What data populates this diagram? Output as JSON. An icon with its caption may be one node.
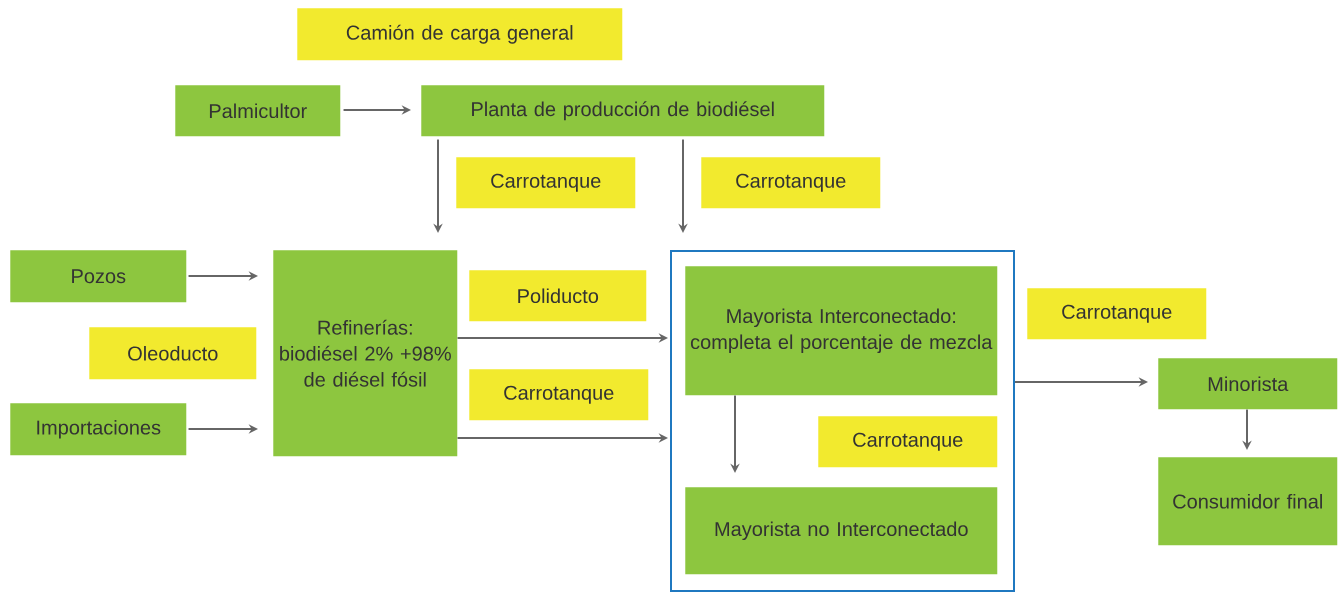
{
  "diagram": {
    "nodes": [
      {
        "text": [
          "Camión de carga general"
        ]
      },
      {
        "text": [
          "Palmicultor"
        ]
      },
      {
        "text": [
          "Planta de producción de biodiésel"
        ]
      },
      {
        "text": [
          "Carrotanque"
        ]
      },
      {
        "text": [
          "Carrotanque"
        ]
      },
      {
        "text": [
          "Pozos"
        ]
      },
      {
        "text": [
          "Refinerías: biodiésel 2% +98% de diésel fósil"
        ]
      },
      {
        "text": [
          "Poliducto"
        ]
      },
      {
        "text": [],
        "shape": "box"
      },
      {
        "text": [
          "Mayorista Interconectado: completa el porcentaje de mezcla"
        ],
        "in": 8
      },
      {
        "text": [
          "Carrotanque"
        ]
      },
      {
        "text": [
          "Oleoducto"
        ]
      },
      {
        "text": [
          "Carrotanque"
        ]
      },
      {
        "text": [
          "Minorista"
        ]
      },
      {
        "text": [
          "Importaciones"
        ]
      },
      {
        "text": [
          "Carrotanque"
        ],
        "in": 8
      },
      {
        "text": [
          "Mayorista no Interconectado"
        ],
        "in": 8
      },
      {
        "text": [
          "Consumidor final"
        ]
      }
    ],
    "edges": [
      {
        "from": 1,
        "to": 2,
        "arrow": "to"
      },
      {
        "from": 2,
        "to": 6,
        "arrow": "to"
      },
      {
        "from": 2,
        "to": 8,
        "arrow": "to"
      },
      {
        "from": 5,
        "to": 6,
        "arrow": "to"
      },
      {
        "from": 14,
        "to": 6,
        "arrow": "to"
      },
      {
        "from": 6,
        "to": 8,
        "arrow": "to"
      },
      {
        "from": 6,
        "to": 8,
        "arrow": "to"
      },
      {
        "from": 9,
        "to": 16,
        "arrow": "to"
      },
      {
        "from": 8,
        "to": 13,
        "arrow": "to"
      },
      {
        "from": 13,
        "to": 17,
        "arrow": "to"
      }
    ]
  }
}
